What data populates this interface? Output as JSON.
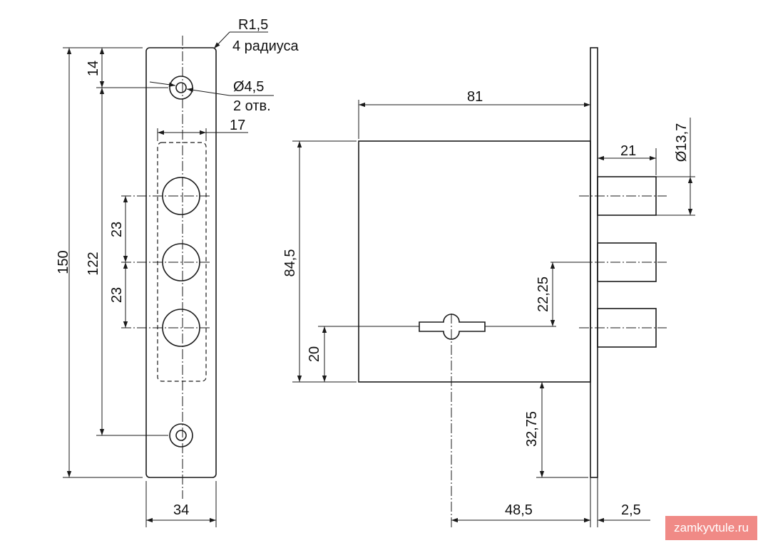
{
  "strike_plate": {
    "corner_radius": "R1,5",
    "corner_radius_count": "4 радиуса",
    "hole_diameter": "Ø4,5",
    "hole_count": "2 отв.",
    "dim_total_height": "150",
    "dim_hole_spacing": "122",
    "dim_top_to_hole": "14",
    "dim_window_width": "17",
    "dim_bolt_spacing_1": "23",
    "dim_bolt_spacing_2": "23",
    "dim_plate_width": "34"
  },
  "lock_body": {
    "dim_body_depth": "81",
    "dim_body_height": "84,5",
    "dim_bolt_protrusion": "21",
    "dim_bolt_diameter": "Ø13,7",
    "dim_keyhole_to_bolt": "22,25",
    "dim_keyhole_from_bottom": "20",
    "dim_bottom_to_plate_end": "32,75",
    "dim_backset": "48,5",
    "dim_faceplate_thickness": "2,5"
  },
  "watermark": "zamkyvtule.ru",
  "colors": {
    "line": "#1a1a1a",
    "watermark_bg": "#f08a86"
  }
}
